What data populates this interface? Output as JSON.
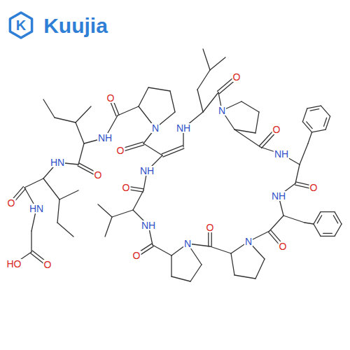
{
  "diagram": {
    "labels": [
      "K",
      "Kuujia",
      "O",
      "N",
      "O",
      "NH",
      "O",
      "NH",
      "O",
      "N",
      "O",
      "N",
      "O",
      "NH",
      "O",
      "NH",
      "O",
      "N",
      "NH",
      "NH",
      "O",
      "HN",
      "O",
      "O",
      "HN",
      "HO",
      "O"
    ]
  }
}
